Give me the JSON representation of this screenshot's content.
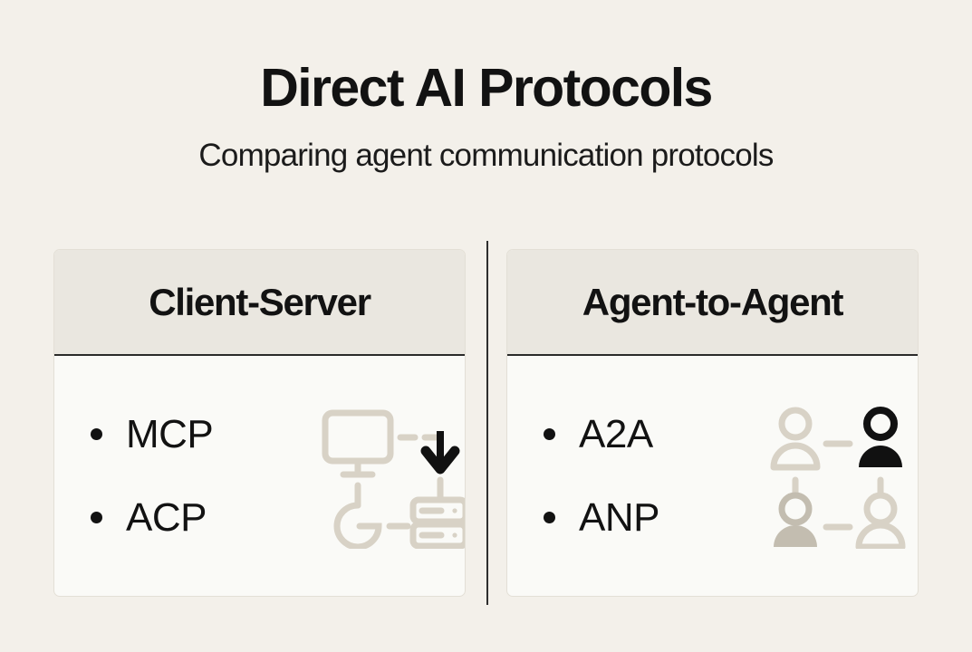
{
  "header": {
    "title": "Direct AI Protocols",
    "subtitle": "Comparing agent communication protocols"
  },
  "colors": {
    "background": "#f3f0ea",
    "card_body": "#fafaf7",
    "card_header": "#eae7e0",
    "card_border": "#e3dfd6",
    "divider": "#2e2e2e",
    "text": "#121212",
    "icon_light": "#d8d2c6",
    "icon_mid": "#c3bdb0",
    "icon_dark": "#111111"
  },
  "cards": [
    {
      "heading": "Client-Server",
      "items": [
        {
          "label": "MCP"
        },
        {
          "label": "ACP"
        }
      ],
      "icon": {
        "name": "client-server-diagram-icon",
        "nodes": [
          "monitor-icon",
          "g-logo-icon",
          "server-icon",
          "down-arrow-icon"
        ]
      }
    },
    {
      "heading": "Agent-to-Agent",
      "items": [
        {
          "label": "A2A"
        },
        {
          "label": "ANP"
        }
      ],
      "icon": {
        "name": "agent-network-diagram-icon",
        "nodes": [
          "person-outline-icon",
          "person-filled-dark-icon",
          "person-filled-taupe-icon",
          "person-outline-icon"
        ]
      }
    }
  ]
}
